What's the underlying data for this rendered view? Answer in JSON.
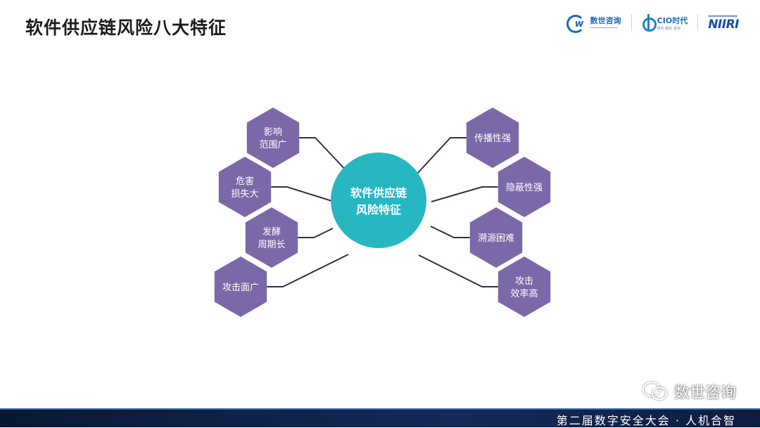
{
  "header": {
    "title": "软件供应链风险八大特征",
    "logos": [
      {
        "name": "数世咨询"
      },
      {
        "name": "CIO时代",
        "tagline": "研究·服务·咨询"
      },
      {
        "name": "NIIRI"
      }
    ]
  },
  "diagram": {
    "center_label": "软件供应链风险特征",
    "nodes_left": [
      "影响范围广",
      "危害损失大",
      "发酵周期长",
      "攻击面广"
    ],
    "nodes_right": [
      "传播性强",
      "隐蔽性强",
      "溯源困难",
      "攻击效率高"
    ],
    "colors": {
      "hex": "#7b68a8",
      "center": "#26b7c1",
      "line": "#2a3346",
      "text": "#ffffff"
    }
  },
  "watermark": {
    "text": "数世咨询",
    "icon": "wechat-icon"
  },
  "footer": {
    "text": "第二届数字安全大会 · 人机合智"
  }
}
